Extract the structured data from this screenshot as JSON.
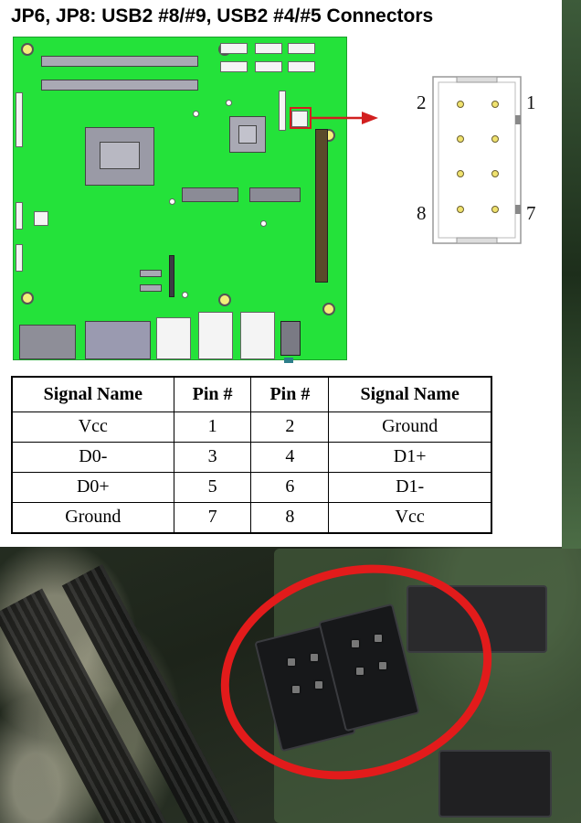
{
  "doc": {
    "title": "JP6, JP8: USB2 #8/#9, USB2 #4/#5 Connectors"
  },
  "connector": {
    "labels": {
      "top_left": "2",
      "top_right": "1",
      "bottom_left": "8",
      "bottom_right": "7"
    }
  },
  "pin_table": {
    "headers": [
      "Signal Name",
      "Pin #",
      "Pin #",
      "Signal Name"
    ],
    "rows": [
      [
        "Vcc",
        "1",
        "2",
        "Ground"
      ],
      [
        "D0-",
        "3",
        "4",
        "D1+"
      ],
      [
        "D0+",
        "5",
        "6",
        "D1-"
      ],
      [
        "Ground",
        "7",
        "8",
        "Vcc"
      ]
    ]
  },
  "colors": {
    "board_green": "#24e23a",
    "highlight_red": "#d21f1f",
    "photo_circle_red": "#e21b1b"
  }
}
